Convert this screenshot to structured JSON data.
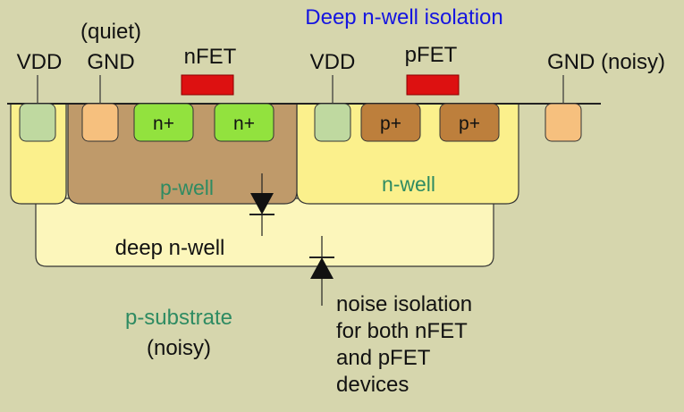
{
  "title": "Deep n-well isolation",
  "terminals": {
    "vdd_left": "VDD",
    "gnd_quiet_note": "(quiet)",
    "gnd_quiet": "GND",
    "nfet": "nFET",
    "vdd_right": "VDD",
    "pfet": "pFET",
    "gnd_noisy": "GND (noisy)"
  },
  "diffusions": {
    "n_plus_1": "n+",
    "n_plus_2": "n+",
    "p_plus_1": "p+",
    "p_plus_2": "p+"
  },
  "regions": {
    "p_well": "p-well",
    "n_well": "n-well",
    "deep_n_well": "deep n-well",
    "p_substrate": "p-substrate",
    "p_substrate_note": "(noisy)"
  },
  "annotation": [
    "noise isolation",
    "for both nFET",
    "and pFET",
    "devices"
  ],
  "colors": {
    "background": "#d6d6ad",
    "title": "#1515e0",
    "well_label": "#2e8b62",
    "gate": "#dd1111",
    "n_plus": "#92e23e",
    "p_plus": "#bd7f3c",
    "vdd_contact": "#bfd9a0",
    "gnd_contact": "#f6c07e",
    "p_well": "#bf9a6a",
    "n_well": "#fbf08c",
    "deep_n_well": "#fcf6bb"
  }
}
